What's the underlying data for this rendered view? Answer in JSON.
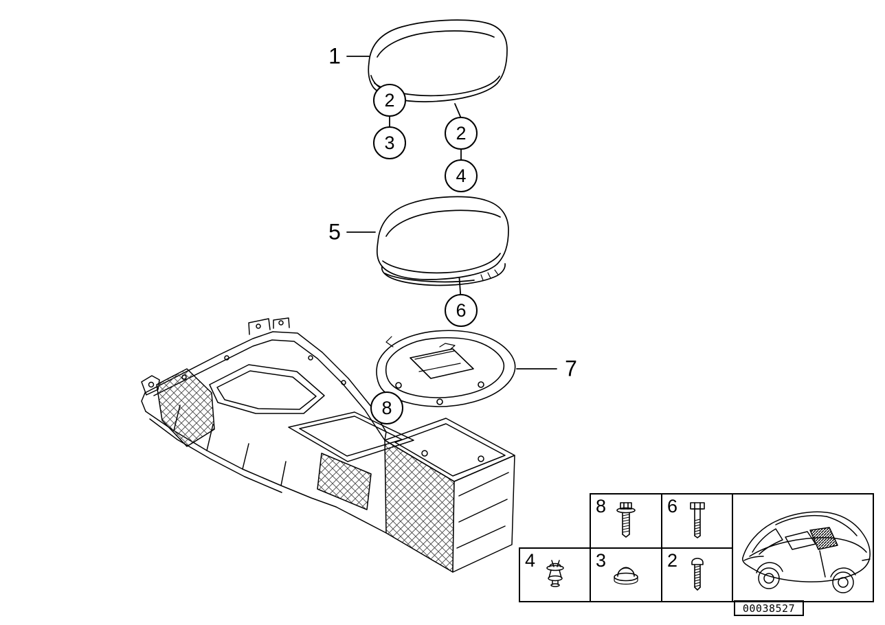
{
  "diagram": {
    "type": "exploded-parts-diagram",
    "subject": "center-console-armrest",
    "drawing_id": "00038527",
    "callouts": {
      "c1": "1",
      "c2a": "2",
      "c3": "3",
      "c2b": "2",
      "c4": "4",
      "c5": "5",
      "c6": "6",
      "c7": "7",
      "c8": "8"
    },
    "legend": {
      "cells": [
        {
          "num": "8",
          "icon": "flange-bolt-icon"
        },
        {
          "num": "6",
          "icon": "hex-bolt-icon"
        },
        {
          "num": "4",
          "icon": "expanding-clip-icon"
        },
        {
          "num": "3",
          "icon": "grommet-icon"
        },
        {
          "num": "2",
          "icon": "screw-icon"
        }
      ],
      "vehicle_thumbnail": "car-rear-three-quarter"
    }
  }
}
